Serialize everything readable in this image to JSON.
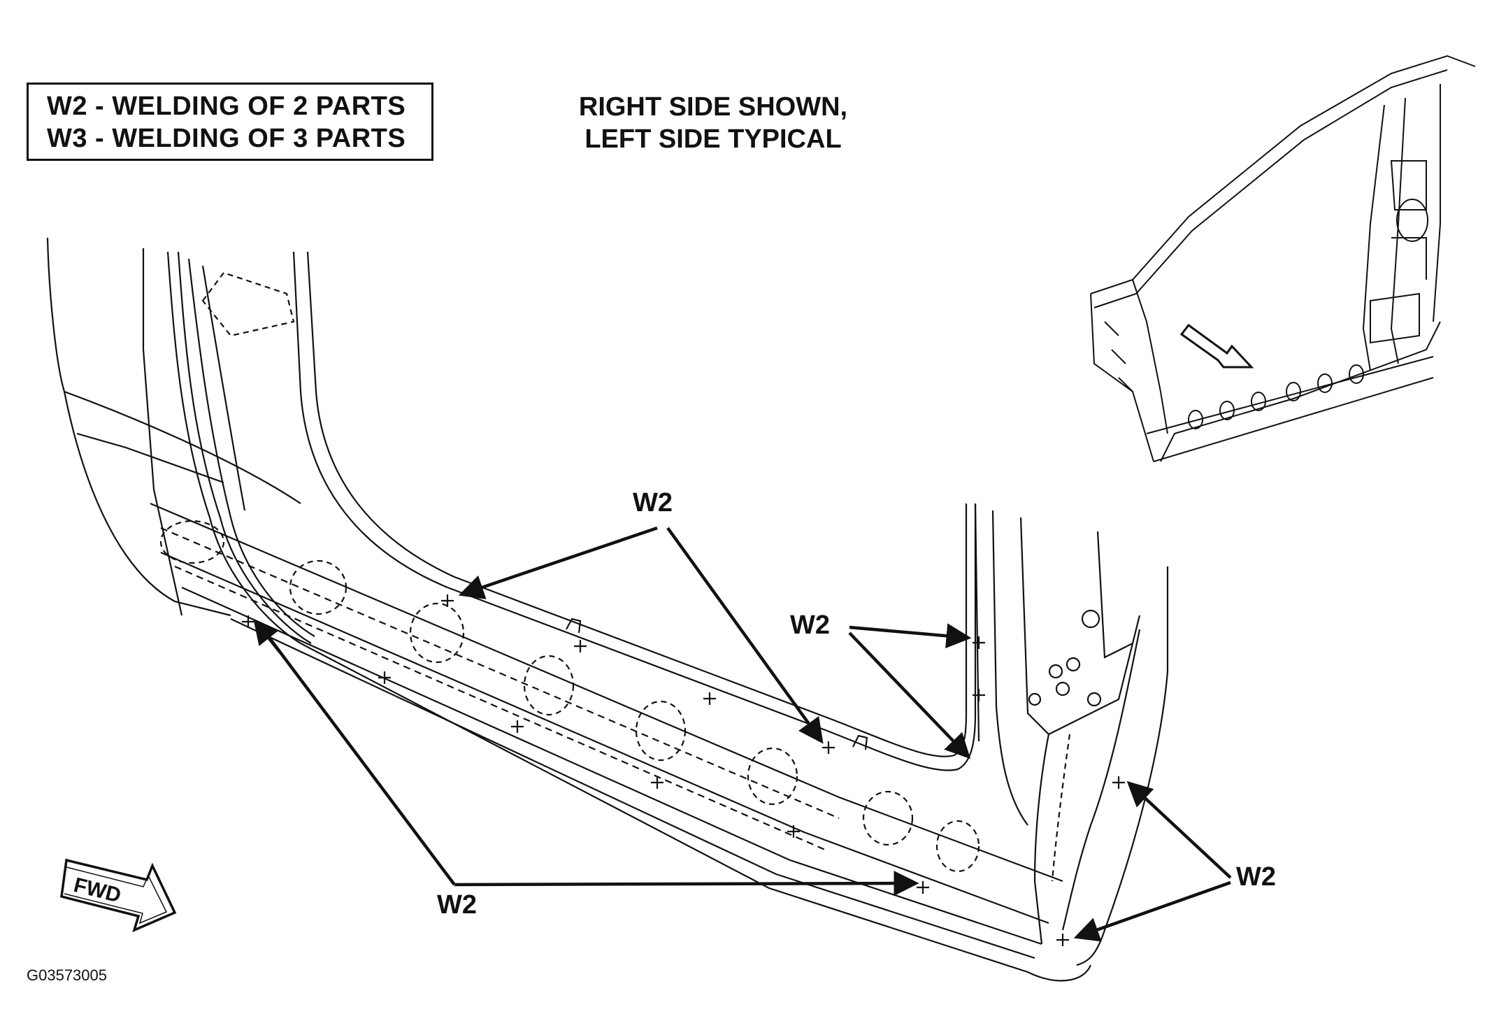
{
  "legend": {
    "line1": "W2 - WELDING OF 2 PARTS",
    "line2": "W3 - WELDING OF 3 PARTS"
  },
  "note": {
    "line1": "RIGHT SIDE SHOWN,",
    "line2": "LEFT SIDE TYPICAL"
  },
  "callouts": {
    "top": "W2",
    "middle": "W2",
    "bottom_left": "W2",
    "right": "W2"
  },
  "fwd_label": "FWD",
  "figure_id": "G03573005"
}
